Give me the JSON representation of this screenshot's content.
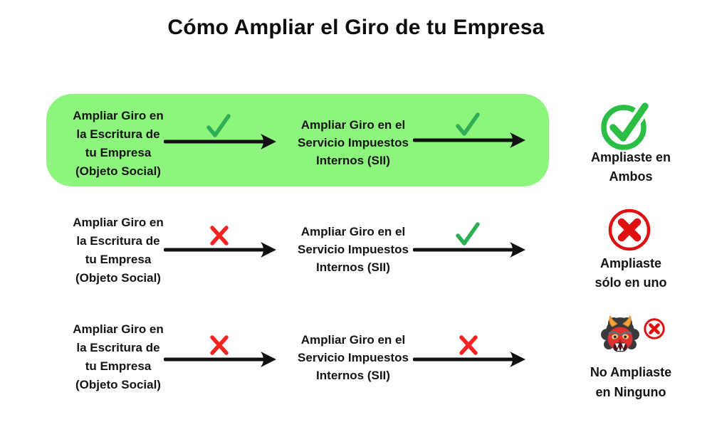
{
  "title": "Cómo Ampliar el Giro de tu Empresa",
  "colors": {
    "background": "#ffffff",
    "highlight_green": "#8df57d",
    "check_green": "#2faf55",
    "big_check_green": "#2bbe45",
    "cross_red": "#f52222",
    "circle_red": "#de1010",
    "arrow_black": "#111111",
    "text": "#141414"
  },
  "icons": {
    "step_pass": "check-icon",
    "step_fail": "cross-icon",
    "result_both": "check-circle-icon",
    "result_one": "x-circle-icon",
    "result_none": "oni-demon-icon, x-circle-icon",
    "connector": "arrow-right-icon"
  },
  "rows": [
    {
      "highlighted": true,
      "left": "Ampliar Giro en\nla Escritura de\ntu Empresa\n(Objeto Social)",
      "middle": "Ampliar Giro en el\nServicio Impuestos\nInternos (SII)",
      "step1_status": "check",
      "step2_status": "check",
      "result_icon": "check-circle",
      "result": "Ampliaste en\nAmbos"
    },
    {
      "highlighted": false,
      "left": "Ampliar Giro en\nla Escritura de\ntu Empresa\n(Objeto Social)",
      "middle": "Ampliar Giro en el\nServicio Impuestos\nInternos (SII)",
      "step1_status": "cross",
      "step2_status": "check",
      "result_icon": "x-circle",
      "result": "Ampliaste\nsólo en uno"
    },
    {
      "highlighted": false,
      "left": "Ampliar Giro en\nla Escritura de\ntu Empresa\n(Objeto Social)",
      "middle": "Ampliar Giro en el\nServicio Impuestos\nInternos (SII)",
      "step1_status": "cross",
      "step2_status": "cross",
      "result_icon": "oni-demon-with-x-circle",
      "result": "No Ampliaste\nen Ninguno"
    }
  ]
}
